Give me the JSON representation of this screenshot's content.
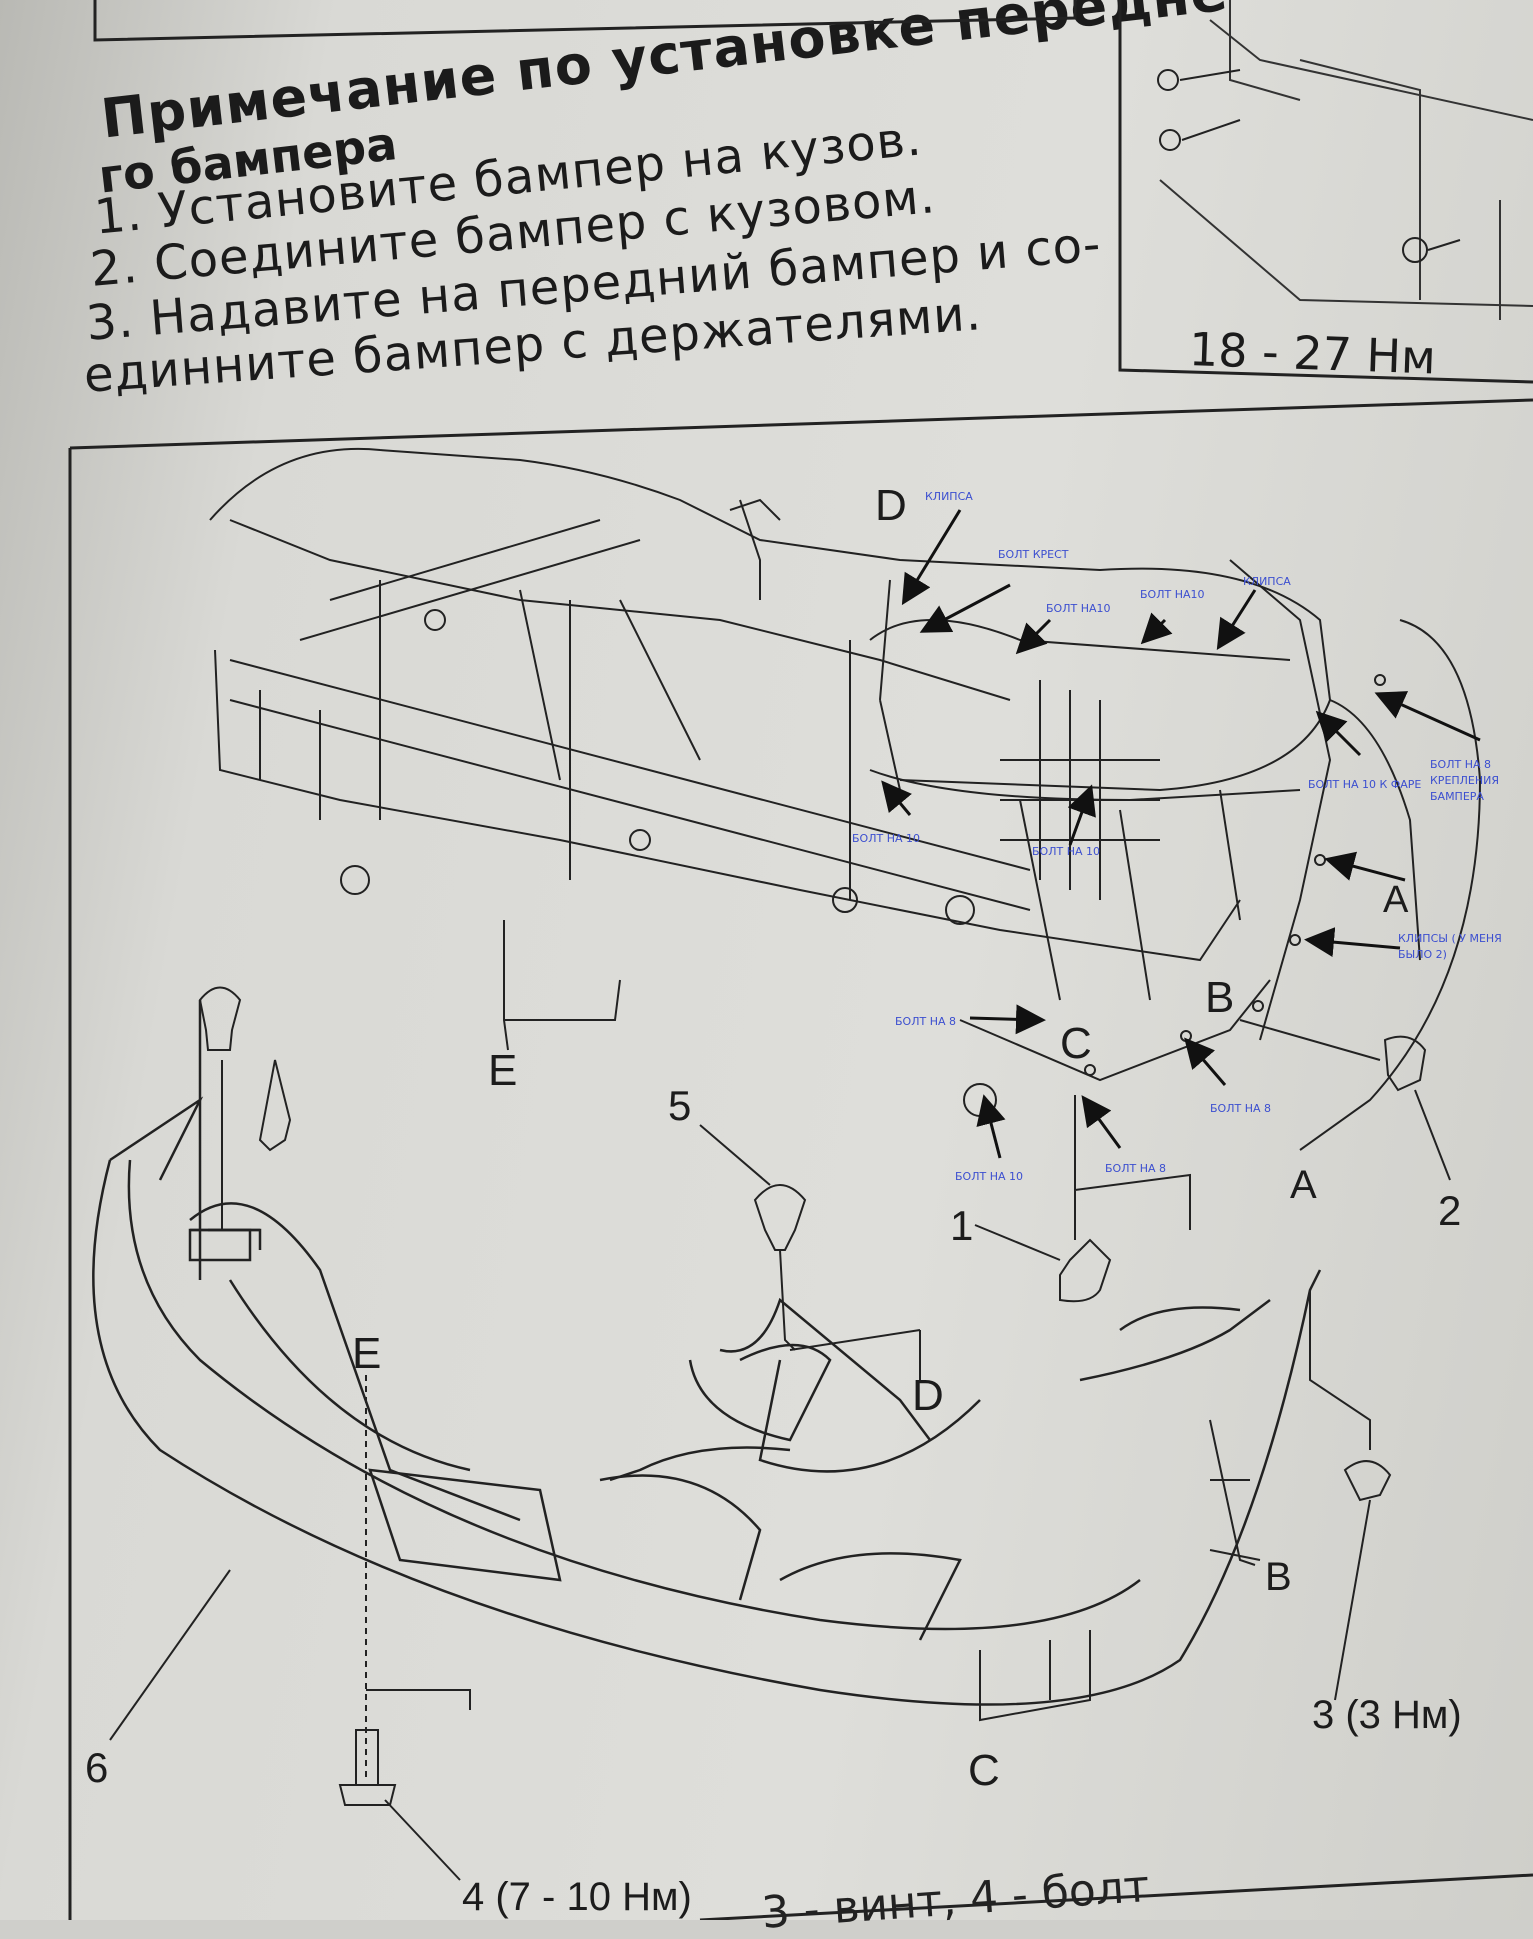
{
  "note": {
    "title_line1": "Примечание по установке передне-",
    "title_line2": "го бампера",
    "steps": [
      "1. Установите бампер на кузов.",
      "2. Соедините бампер с кузовом.",
      "3. Надавите на передний бампер и со-",
      "единните бампер с держателями."
    ]
  },
  "inset": {
    "torque": "18 - 27 Нм"
  },
  "diagram": {
    "letters": {
      "D_top": "D",
      "E_left": "E",
      "E_bottom": "E",
      "D_bottom": "D",
      "C_mid": "C",
      "B_right": "B",
      "A_right": "A",
      "A_lower": "A",
      "B_lower": "B",
      "C_lower": "C"
    },
    "numbers": {
      "n1": "1",
      "n2": "2",
      "n5": "5",
      "n6": "6"
    },
    "parts": {
      "p3": "3 (3 Нм)",
      "p4": "4 (7 - 10 Нм)"
    }
  },
  "annotations": [
    "КЛИПСА",
    "БОЛТ КРЕСТ",
    "БОЛТ НА10",
    "БОЛТ НА10",
    "КЛИПСА",
    "БОЛТ НА 8",
    "КРЕПЛЕНИЯ",
    "БАМПЕРА",
    "БОЛТ НА 10 К ФАРЕ",
    "БОЛТ НА 10",
    "БОЛТ НА 10",
    "КЛИПСЫ ( У МЕНЯ",
    "БЫЛО 2)",
    "БОЛТ НА 8",
    "БОЛТ НА 8",
    "БОЛТ НА 10",
    "БОЛТ НА 8"
  ],
  "caption_bottom": "3 - винт, 4 - болт"
}
